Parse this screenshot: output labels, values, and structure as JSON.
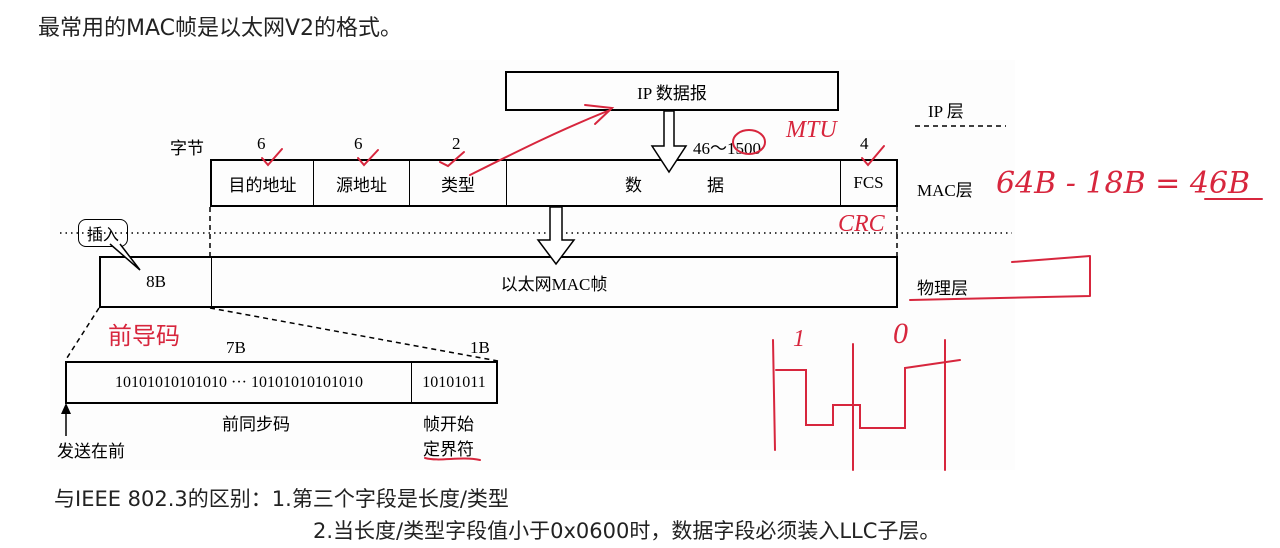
{
  "title": "最常用的MAC帧是以太网V2的格式。",
  "ip_packet": "IP 数据报",
  "layers": {
    "ip": "IP 层",
    "mac": "MAC层",
    "physical": "物理层"
  },
  "bytes_label": "字节",
  "sizes": {
    "dst": "6",
    "src": "6",
    "type": "2",
    "data": "46～1500",
    "fcs": "4"
  },
  "mac_fields": {
    "dst": "目的地址",
    "src": "源地址",
    "type": "类型",
    "data_1": "数",
    "data_2": "据",
    "fcs": "FCS"
  },
  "physical": {
    "preamble_size": "8B",
    "frame": "以太网MAC帧",
    "insert": "插入"
  },
  "preamble": {
    "size_7": "7B",
    "size_1": "1B",
    "sync_bits": "10101010101010 ··· 10101010101010",
    "sfd_bits": "10101011",
    "sync_label": "前同步码",
    "sfd_label_1": "帧开始",
    "sfd_label_2": "定界符",
    "send_first": "发送在前"
  },
  "annotations": {
    "preamble_cn": "前导码",
    "mtu": "MTU",
    "crc": "CRC",
    "calc": "64B - 18B = 46B",
    "bit_1": "1",
    "bit_0": "0"
  },
  "footer": {
    "line1": "与IEEE 802.3的区别：1.第三个字段是长度/类型",
    "line2": "2.当长度/类型字段值小于0x0600时，数据字段必须装入LLC子层。"
  },
  "colors": {
    "annotation": "#d7263d",
    "text": "#222222"
  }
}
